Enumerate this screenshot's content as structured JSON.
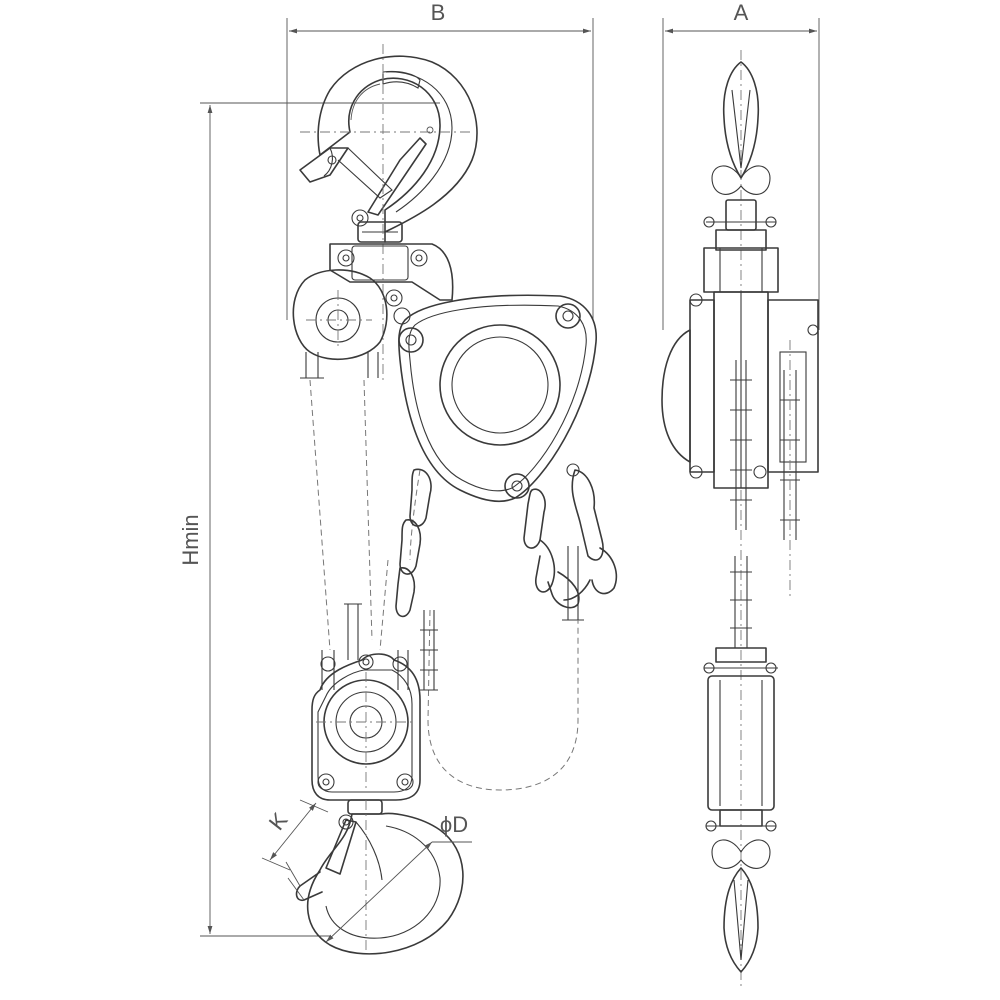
{
  "dimension_labels": {
    "b": "B",
    "a": "A",
    "hmin": "Hmin",
    "k": "K",
    "d": "ϕD"
  },
  "colors": {
    "line": "#3a3a3a",
    "dimension": "#555555",
    "background": "#ffffff"
  }
}
